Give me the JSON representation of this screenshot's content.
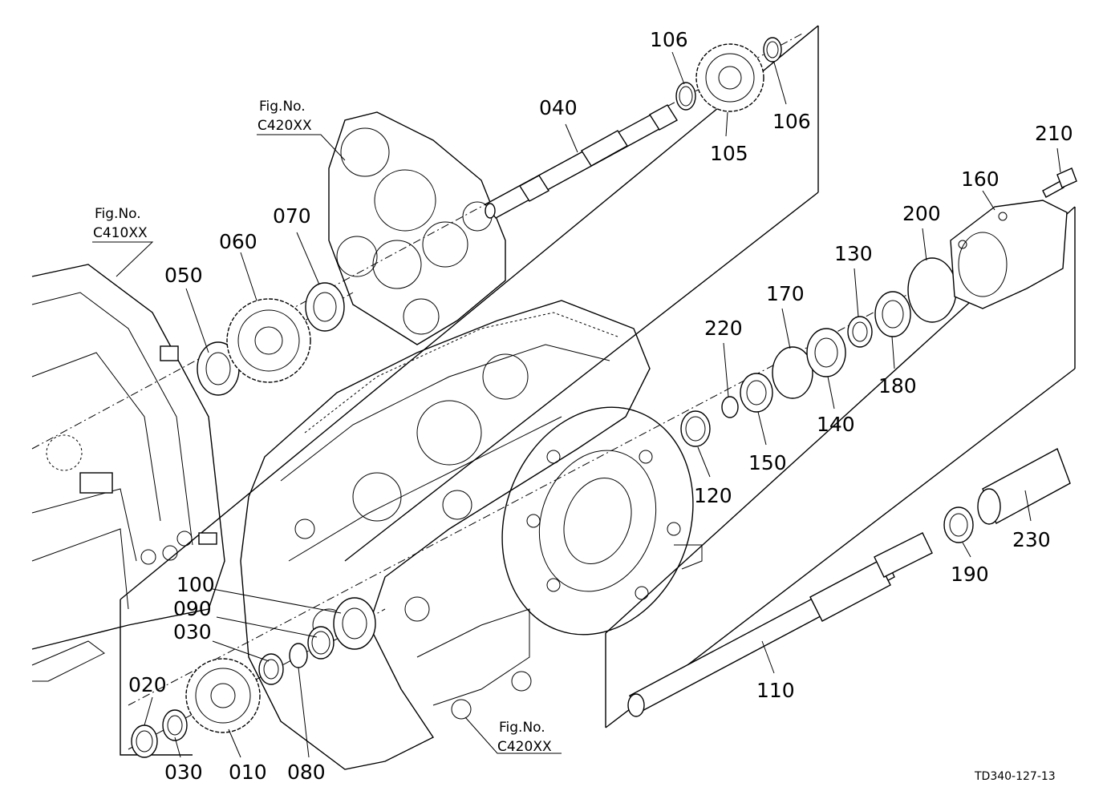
{
  "drawing_code": "TD340-127-13",
  "fig_refs": [
    {
      "id": "ref-c410",
      "caption": "Fig.No.",
      "code": "C410XX"
    },
    {
      "id": "ref-c420-top",
      "caption": "Fig.No.",
      "code": "C420XX"
    },
    {
      "id": "ref-c420-bottom",
      "caption": "Fig.No.",
      "code": "C420XX"
    }
  ],
  "part_labels": [
    "010",
    "020",
    "030",
    "030",
    "040",
    "050",
    "060",
    "070",
    "080",
    "090",
    "100",
    "105",
    "106",
    "106",
    "110",
    "120",
    "130",
    "140",
    "150",
    "160",
    "170",
    "180",
    "190",
    "200",
    "210",
    "220",
    "230"
  ]
}
